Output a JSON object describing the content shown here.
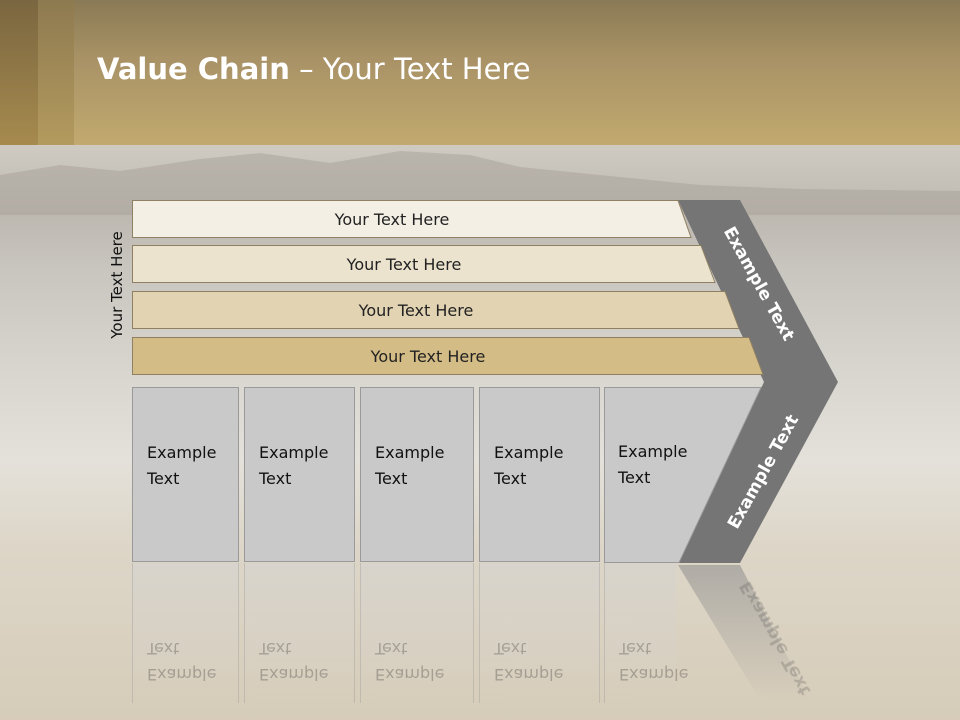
{
  "slide": {
    "title_bold": "Value Chain",
    "title_rest": " – Your Text Here",
    "side_label": "Your Text Here"
  },
  "rows": [
    {
      "label": "Your Text Here",
      "color": "#f3efe4"
    },
    {
      "label": "Your Text Here",
      "color": "#ece3cf"
    },
    {
      "label": "Your Text Here",
      "color": "#e2d4b2"
    },
    {
      "label": "Your Text Here",
      "color": "#d3bc85"
    }
  ],
  "boxes": [
    {
      "label": "Example\nText"
    },
    {
      "label": "Example\nText"
    },
    {
      "label": "Example\nText"
    },
    {
      "label": "Example\nText"
    },
    {
      "label": "Example\nText"
    }
  ],
  "chevron": {
    "upper_label": "Example Text",
    "lower_label": "Example Text",
    "color": "#757575"
  }
}
